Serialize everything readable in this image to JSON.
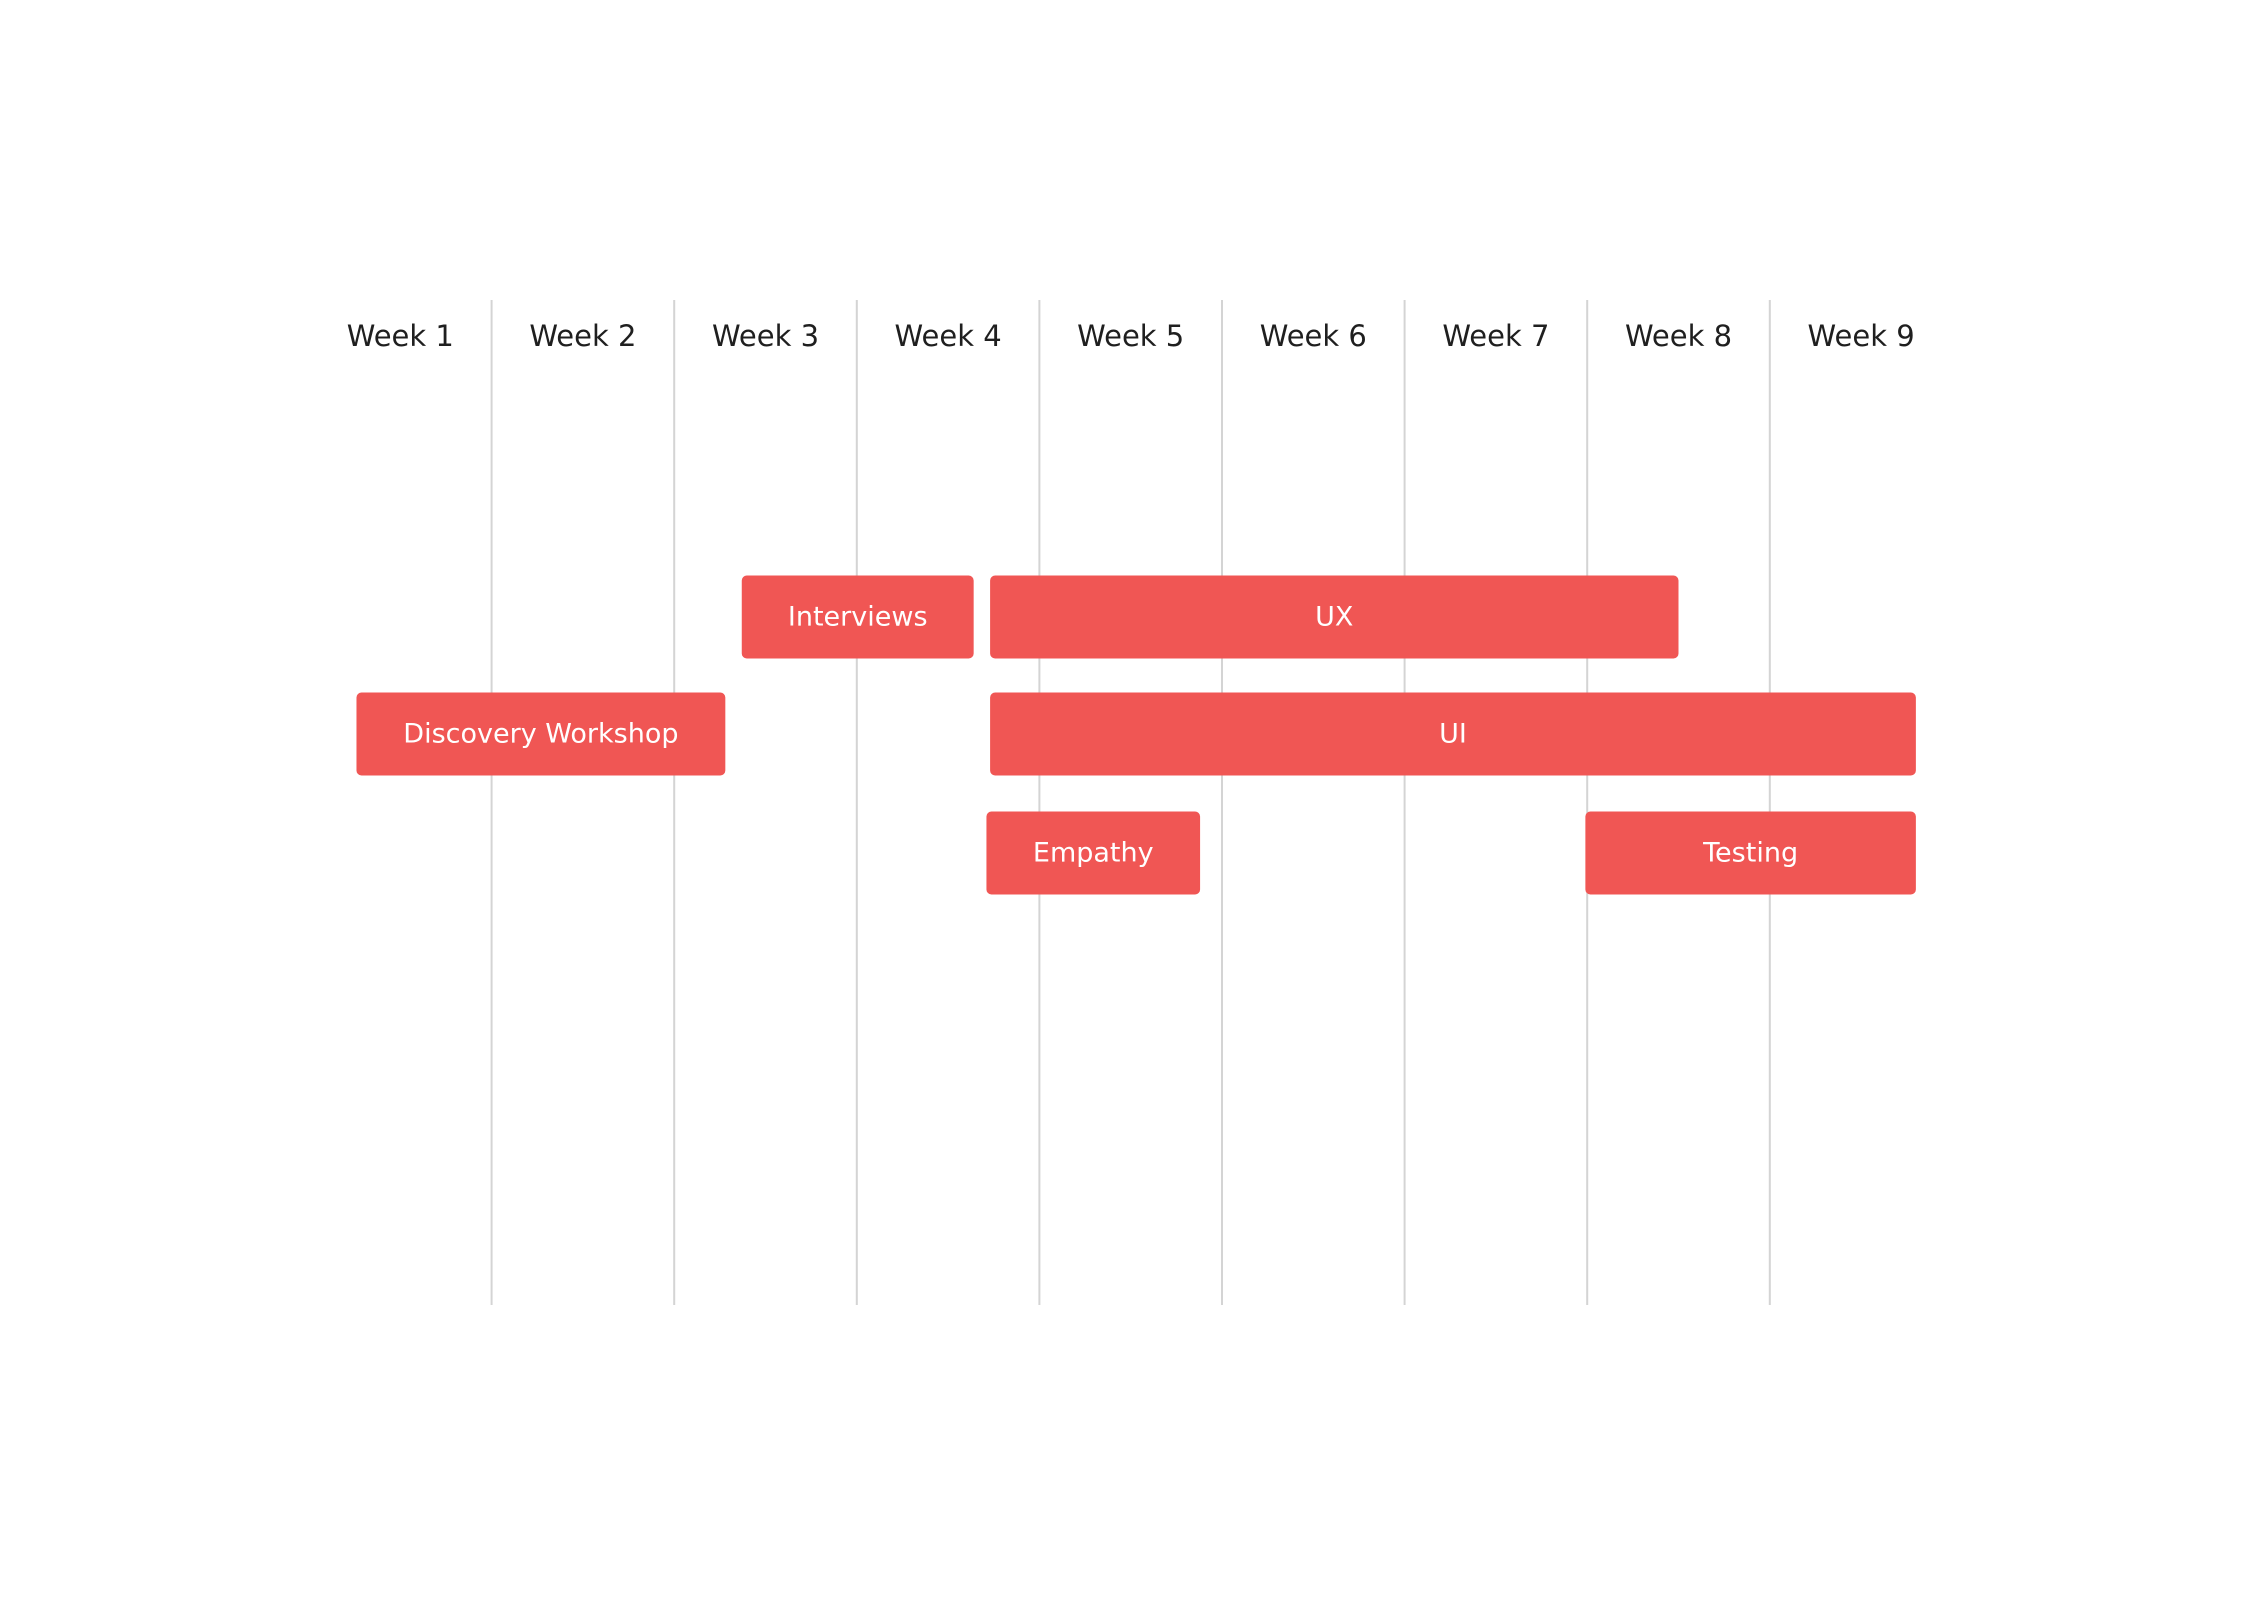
{
  "chart_data": {
    "type": "gantt",
    "title": "",
    "bar_color": "#F05654",
    "grid_color": "#D4D4D4",
    "label_color": "#1F1F1F",
    "grid": true,
    "weeks": [
      "Week 1",
      "Week 2",
      "Week 3",
      "Week 4",
      "Week 5",
      "Week 6",
      "Week 7",
      "Week 8",
      "Week 9"
    ],
    "tasks": [
      {
        "name": "Interviews",
        "start_week": 3.37,
        "end_week": 4.64,
        "row": 1
      },
      {
        "name": "UX",
        "start_week": 4.73,
        "end_week": 8.5,
        "row": 1
      },
      {
        "name": "Discovery Workshop",
        "start_week": 1.26,
        "end_week": 3.28,
        "row": 2
      },
      {
        "name": "UI",
        "start_week": 4.73,
        "end_week": 9.8,
        "row": 2
      },
      {
        "name": "Empathy",
        "start_week": 4.71,
        "end_week": 5.88,
        "row": 3
      },
      {
        "name": "Testing",
        "start_week": 7.99,
        "end_week": 9.8,
        "row": 3
      }
    ]
  }
}
